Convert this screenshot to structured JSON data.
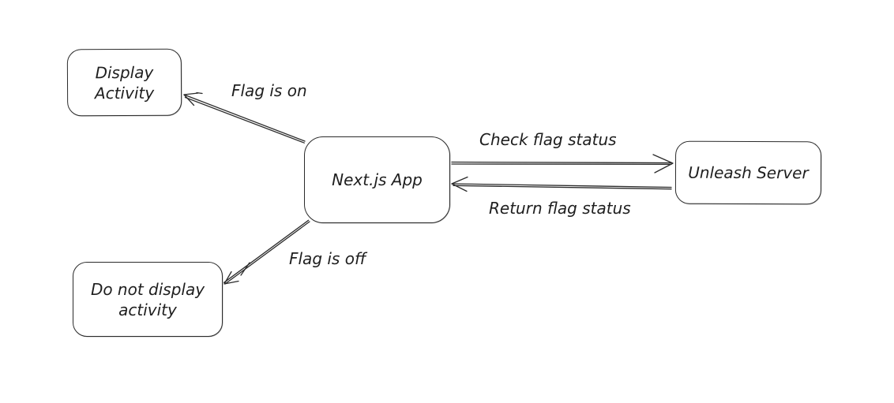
{
  "diagram": {
    "type": "flow-diagram",
    "style": "hand-drawn",
    "colors": {
      "background": "#ffffff",
      "stroke": "#2b2b2b",
      "text": "#1e1e1e"
    },
    "nodes": [
      {
        "id": "display-activity",
        "label": "Display\nActivity"
      },
      {
        "id": "nextjs-app",
        "label": "Next.js App"
      },
      {
        "id": "unleash-server",
        "label": "Unleash Server"
      },
      {
        "id": "do-not-display-activity",
        "label": "Do not display\nactivity"
      }
    ],
    "edges": [
      {
        "from": "nextjs-app",
        "to": "display-activity",
        "label": "Flag is on"
      },
      {
        "from": "nextjs-app",
        "to": "unleash-server",
        "label": "Check flag status"
      },
      {
        "from": "unleash-server",
        "to": "nextjs-app",
        "label": "Return flag status"
      },
      {
        "from": "nextjs-app",
        "to": "do-not-display-activity",
        "label": "Flag is off"
      }
    ]
  }
}
